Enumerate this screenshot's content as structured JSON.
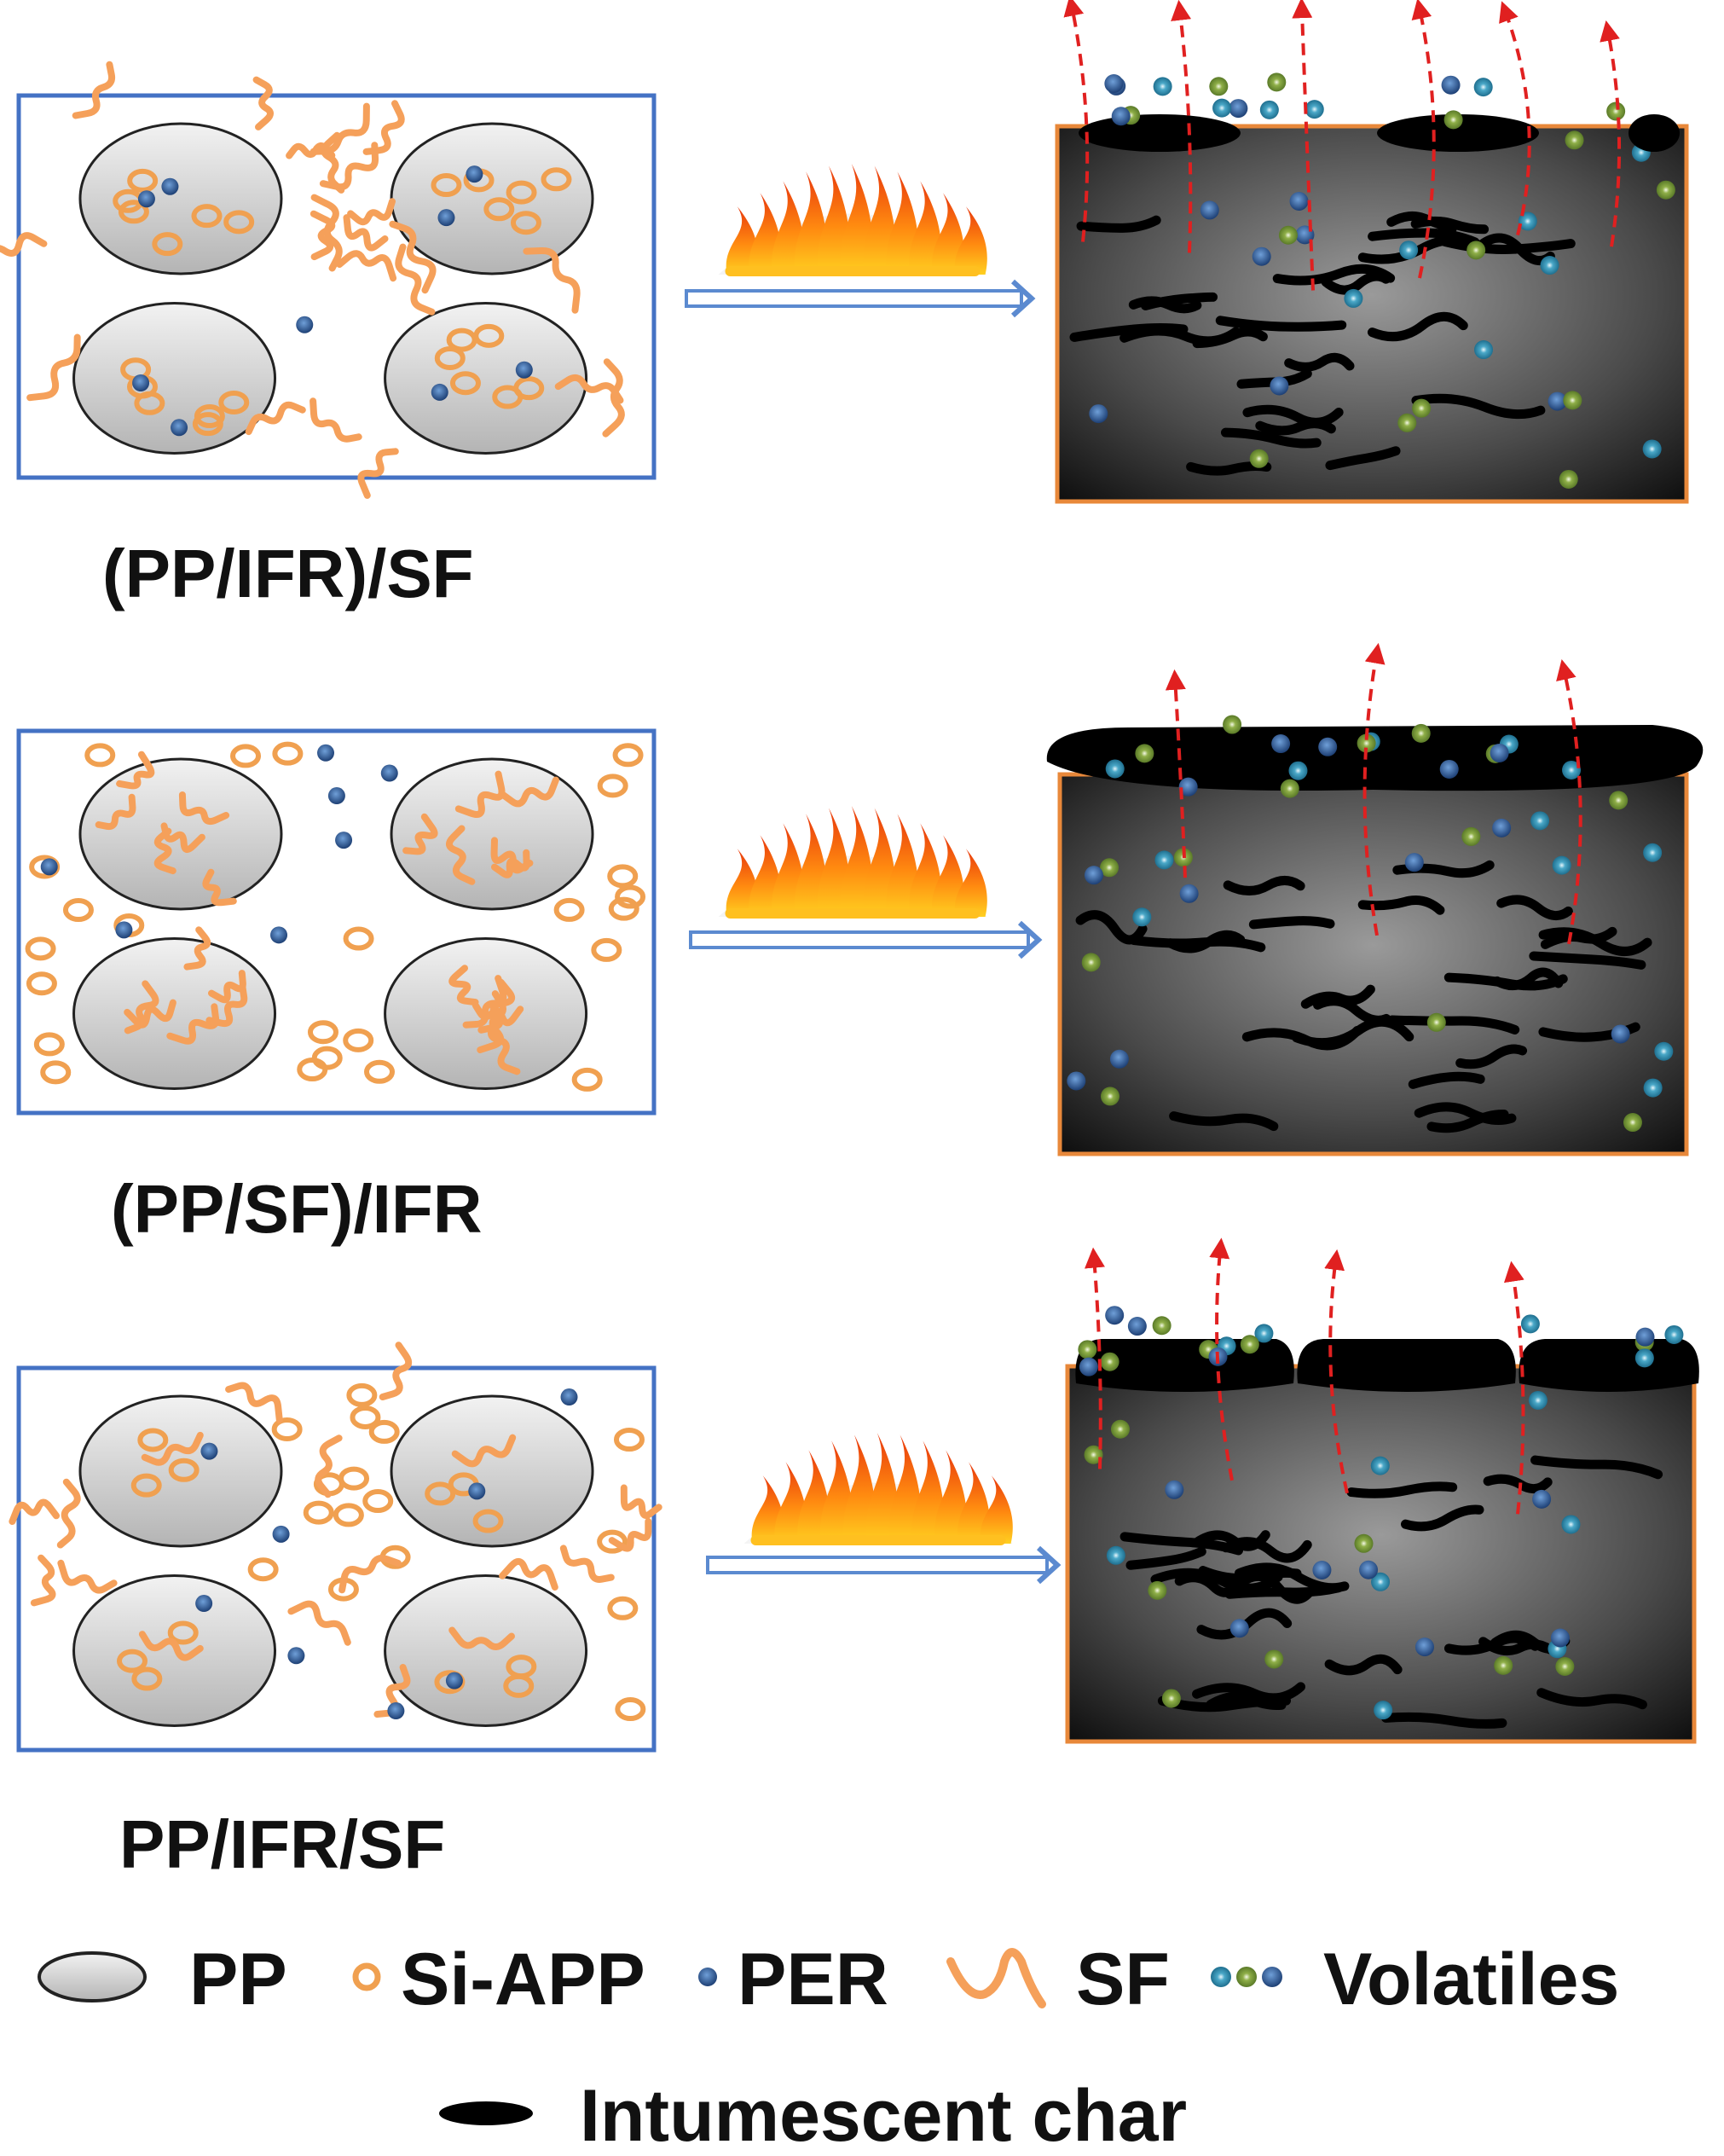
{
  "rows": [
    {
      "label": "(PP/IFR)/SF",
      "arrangement": "IFR inside PP domains, SF in matrix",
      "char_layer": "discontinuous"
    },
    {
      "label": "(PP/SF)/IFR",
      "arrangement": "SF inside PP domains, IFR in matrix",
      "char_layer": "continuous"
    },
    {
      "label": "PP/IFR/SF",
      "arrangement": "all components randomly dispersed",
      "char_layer": "partially continuous"
    }
  ],
  "legend": {
    "pp": "PP",
    "si_app": "Si-APP",
    "per": "PER",
    "sf": "SF",
    "volatiles": "Volatiles",
    "char": "Intumescent char"
  },
  "icons": [
    "pp-ellipse-icon",
    "si-app-ring-icon",
    "per-dot-icon",
    "sf-fiber-icon",
    "volatile-dots-icon",
    "char-icon",
    "flame-icon",
    "arrow-icon"
  ],
  "colors": {
    "box_border": "#4472c4",
    "result_border": "#e8883a",
    "si_app": "#f0a050",
    "sf": "#f5a05a",
    "per": "#2f5e9e",
    "volatile_blue": "#4aa8c8",
    "volatile_green": "#8faf48",
    "char": "#000000",
    "escape_arrow": "#e02020"
  }
}
